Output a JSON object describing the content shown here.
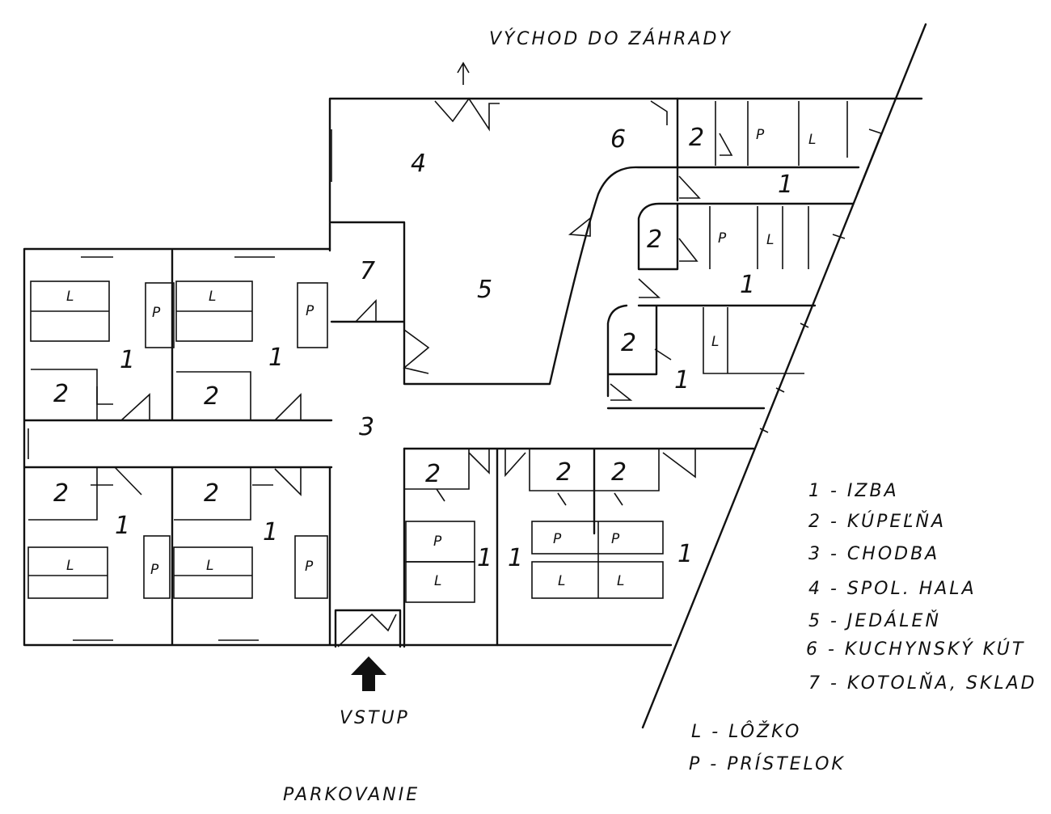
{
  "top_label": "VÝCHOD DO ZÁHRADY",
  "entrance_label": "VSTUP",
  "parking_label": "PARKOVANIE",
  "room_numbers": {
    "izba": "1",
    "kupelna": "2",
    "chodba": "3",
    "hala": "4",
    "jedalen": "5",
    "kuchyna": "6",
    "kotolna": "7"
  },
  "furniture": {
    "bed": "L",
    "nightstand": "P"
  },
  "legend": [
    "1 - IZBA",
    "2 - KÚPEĽŇA",
    "3 - CHODBA",
    "4 - SPOL. HALA",
    "5 - JEDÁLEŇ",
    "6 - KUCHYNSKÝ KÚT",
    "7 - KOTOLŇA, SKLAD"
  ],
  "furniture_legend": [
    "L - LÔŽKO",
    "P - PRÍSTELOK"
  ]
}
